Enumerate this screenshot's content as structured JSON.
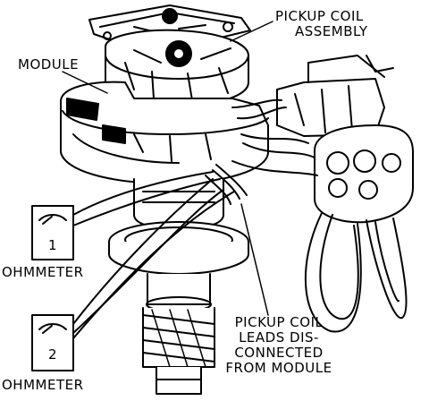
{
  "labels": {
    "pickup_coil_assembly": [
      "PICKUP COIL",
      "ASSEMBLY"
    ],
    "module": "MODULE",
    "ohmmeter_1": "OHMMETER",
    "ohmmeter_2": "OHMMETER",
    "meter_1_number": "1",
    "meter_2_number": "2",
    "leads_disconnected": [
      "PICKUP COIL",
      "LEADS DIS-",
      "CONNECTED",
      "FROM MODULE"
    ]
  },
  "colors": {
    "ink": "#000000",
    "paper": "#ffffff"
  }
}
